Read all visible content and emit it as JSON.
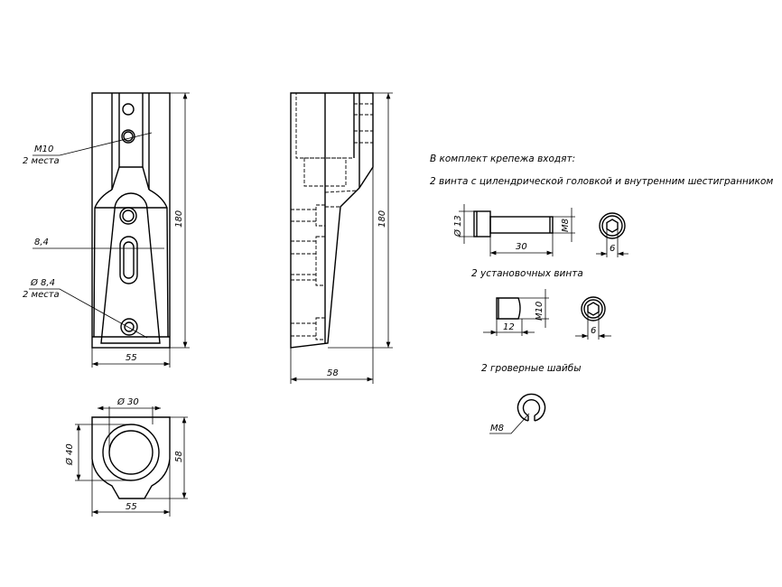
{
  "front_view": {
    "leader_thread": "M10",
    "leader_thread_count": "2 места",
    "slot_width": "8,4",
    "hole_diameter": "Ø 8,4",
    "hole_count": "2 места",
    "height": "180",
    "width": "55"
  },
  "side_view": {
    "height": "180",
    "depth": "58"
  },
  "bottom_view": {
    "bore": "Ø 30",
    "outer": "Ø 40",
    "depth": "58",
    "width": "55"
  },
  "kit": {
    "title": "В комплект крепежа входят:",
    "screws_label": "2 винта с цилендрической головкой и внутренним шестигранником",
    "screw_head_dia": "Ø 13",
    "screw_thread": "M8",
    "screw_length": "30",
    "screw_hex": "6",
    "set_screws_label": "2 установочных винта",
    "set_screw_thread": "M10",
    "set_screw_length": "12",
    "set_screw_hex": "6",
    "washers_label": "2 гроверные шайбы",
    "washer_size": "M8"
  }
}
